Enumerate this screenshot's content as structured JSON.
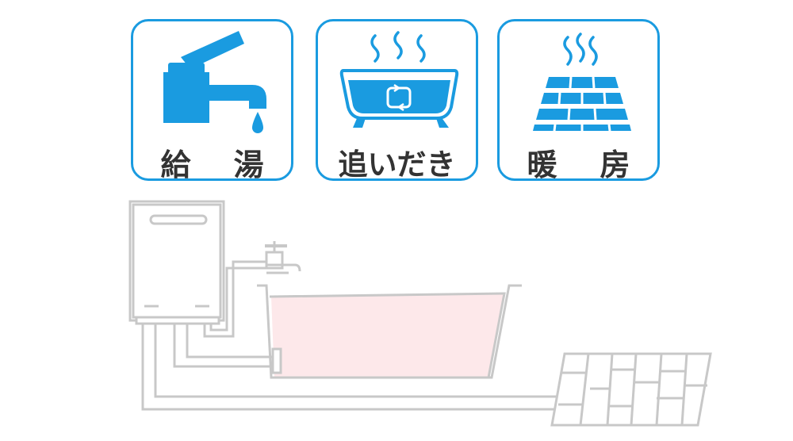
{
  "cards": [
    {
      "icon": "faucet-icon",
      "label_chars": [
        "給",
        "湯"
      ]
    },
    {
      "icon": "bathtub-icon",
      "label": "追いだき"
    },
    {
      "icon": "floor-heating-icon",
      "label_chars": [
        "暖",
        "房"
      ]
    }
  ],
  "colors": {
    "accent": "#1a9be0",
    "text": "#333333",
    "pipe": "#c8c8c8",
    "bath_water": "#fde8ea"
  }
}
